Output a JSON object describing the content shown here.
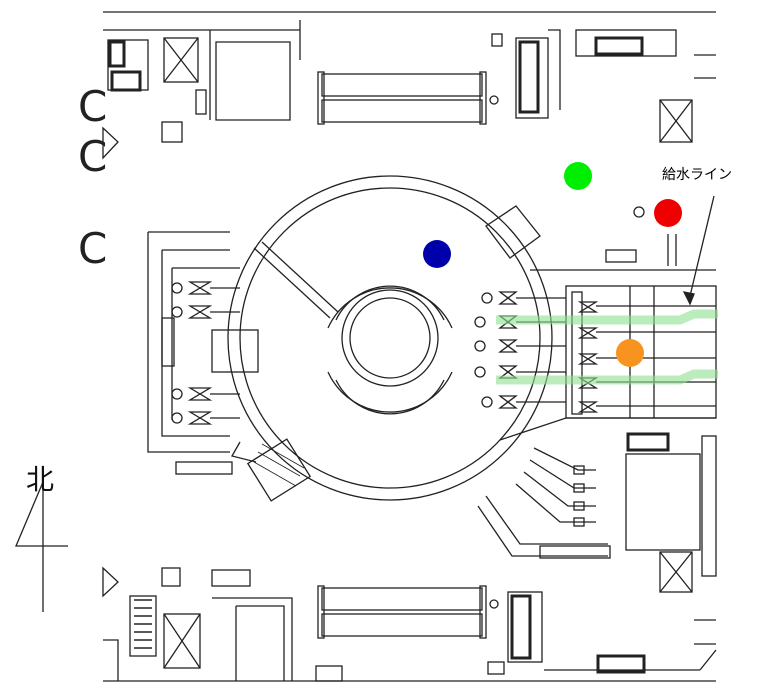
{
  "edge_text": [
    "C",
    "C",
    "C"
  ],
  "north": {
    "label": "北",
    "icon": "north-arrow-icon"
  },
  "callout": {
    "label": "給水ライン",
    "icon": "arrow-icon"
  },
  "markers": [
    {
      "name": "green-marker",
      "color": "#00ee00"
    },
    {
      "name": "red-marker",
      "color": "#ee0000"
    },
    {
      "name": "blue-marker",
      "color": "#0000aa"
    },
    {
      "name": "orange-marker",
      "color": "#f7931e"
    }
  ],
  "water_line_color": "#8fe08f"
}
